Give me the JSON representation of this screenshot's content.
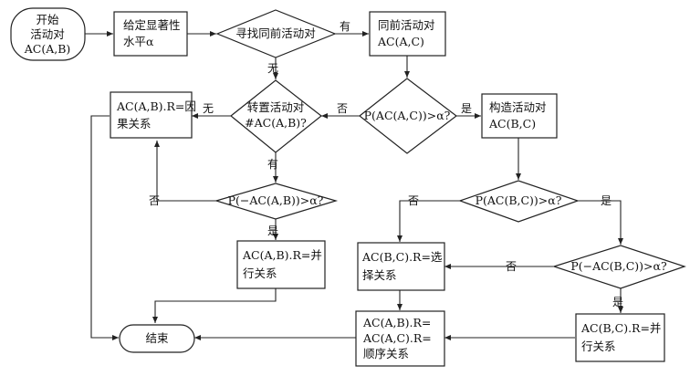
{
  "nodes": {
    "start": [
      "开始",
      "活动对",
      "AC(A,B)"
    ],
    "given": [
      "给定显著性",
      "水平α"
    ],
    "find": [
      "寻找同前活动对"
    ],
    "same": [
      "同前活动对",
      "AC(A,C)"
    ],
    "causal": [
      "AC(A,B).R=因",
      "果关系"
    ],
    "transpose": [
      "转置活动对",
      "#AC(A,B)?"
    ],
    "p_ac_ac": [
      "P(AC(A,C))>α?"
    ],
    "build": [
      "构造活动对",
      "AC(B,C)"
    ],
    "p_neg_ab": [
      "P(−AC(A,B))>α?"
    ],
    "p_ac_bc": [
      "P(AC(B,C))>α?"
    ],
    "parallel_ab": [
      "AC(A,B).R=并",
      "行关系"
    ],
    "choice": [
      "AC(B,C).R=选",
      "择关系"
    ],
    "p_neg_bc": [
      "P(−AC(B,C))>α?"
    ],
    "end": [
      "结束"
    ],
    "sequence": [
      "AC(A,B).R=",
      "AC(A,C).R=",
      "顺序关系"
    ],
    "parallel_bc": [
      "AC(B,C).R=并",
      "行关系"
    ]
  },
  "edge_labels": {
    "find_yes": "有",
    "find_no": "无",
    "transpose_no": "无",
    "transpose_yes": "有",
    "pac_no": "否",
    "pac_yes": "是",
    "pneg_ab_no": "否",
    "pneg_ab_yes": "是",
    "pbc_no": "否",
    "pbc_yes": "是",
    "pneg_bc_no": "否",
    "pneg_bc_yes": "是"
  }
}
